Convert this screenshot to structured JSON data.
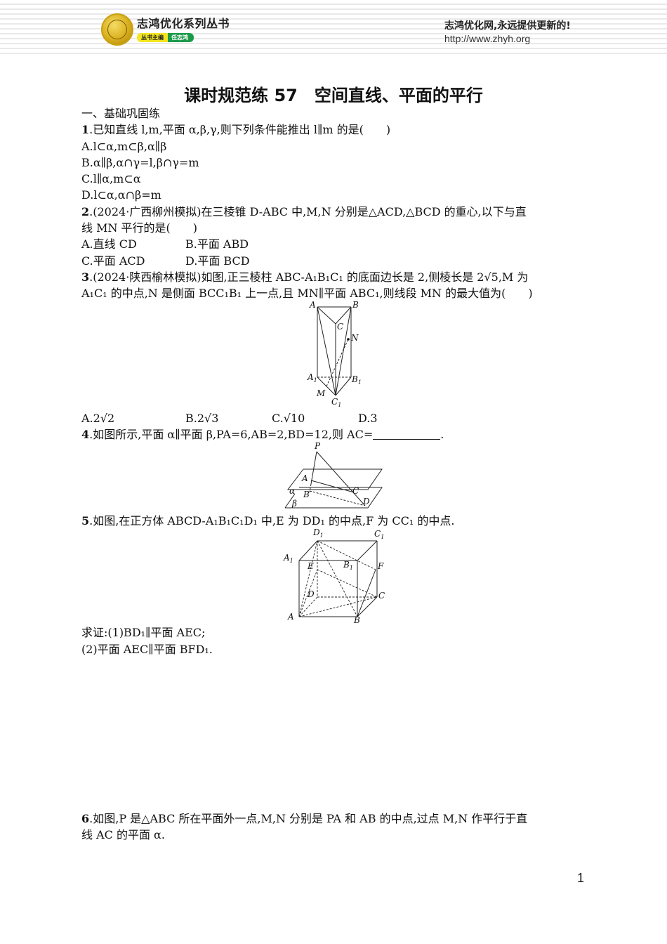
{
  "header": {
    "series_title": "志鸿优化系列丛书",
    "editor_tag_label": "丛书主编",
    "editor_name": "任志鸿",
    "slogan": "志鸿优化网,永远提供更新的!",
    "url": "http://www.zhyh.org",
    "colors": {
      "tag_yellow": "#f3e620",
      "tag_green": "#1c9a4a",
      "medal_gold": "#d9ae1c"
    }
  },
  "document": {
    "title": "课时规范练 57　空间直线、平面的平行",
    "section": "一、基础巩固练",
    "questions": [
      {
        "num": "1",
        "stem": "已知直线 l,m,平面 α,β,γ,则下列条件能推出 l∥m 的是(　　)",
        "options": [
          "A.l⊂α,m⊂β,α∥β",
          "B.α∥β,α∩γ=l,β∩γ=m",
          "C.l∥α,m⊂α",
          "D.l⊂α,α∩β=m"
        ]
      },
      {
        "num": "2",
        "stem_line1": "(2024·广西柳州模拟)在三棱锥 D-ABC 中,M,N 分别是△ACD,△BCD 的重心,以下与直",
        "stem_line2": "线 MN 平行的是(　　)",
        "options": [
          "A.直线 CD",
          "B.平面 ABD",
          "C.平面 ACD",
          "D.平面 BCD"
        ]
      },
      {
        "num": "3",
        "stem_line1": "(2024·陕西榆林模拟)如图,正三棱柱 ABC-A₁B₁C₁ 的底面边长是 2,侧棱长是 2√5,M 为",
        "stem_line2": "A₁C₁ 的中点,N 是侧面 BCC₁B₁ 上一点,且 MN∥平面 ABC₁,则线段 MN 的最大值为(　　)",
        "options": [
          "A.2√2",
          "B.2√3",
          "C.√10",
          "D.3"
        ],
        "figure_labels": [
          "A",
          "B",
          "C",
          "N",
          "A₁",
          "B₁",
          "M",
          "C₁"
        ]
      },
      {
        "num": "4",
        "stem": "如图所示,平面 α∥平面 β,PA=6,AB=2,BD=12,则 AC=",
        "figure_labels": [
          "P",
          "A",
          "C",
          "α",
          "B",
          "D",
          "β"
        ]
      },
      {
        "num": "5",
        "stem": "如图,在正方体 ABCD-A₁B₁C₁D₁ 中,E 为 DD₁ 的中点,F 为 CC₁ 的中点.",
        "figure_labels": [
          "D₁",
          "C₁",
          "A₁",
          "E",
          "B₁",
          "F",
          "D",
          "C",
          "A",
          "B"
        ],
        "proof_line1": "求证:(1)BD₁∥平面 AEC;",
        "proof_line2": "(2)平面 AEC∥平面 BFD₁."
      },
      {
        "num": "6",
        "stem_line1": "如图,P 是△ABC 所在平面外一点,M,N 分别是 PA 和 AB 的中点,过点 M,N 作平行于直",
        "stem_line2": "线 AC 的平面 α."
      }
    ],
    "page_number": "1"
  }
}
